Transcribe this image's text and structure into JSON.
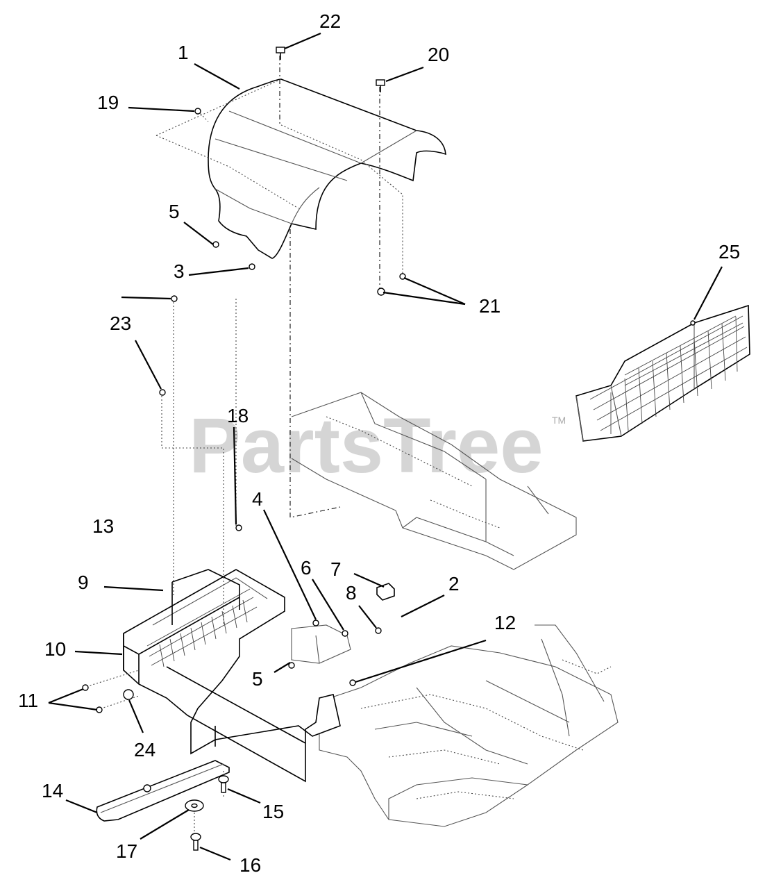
{
  "watermark": {
    "text": "PartsTree",
    "mark": "TM"
  },
  "callouts": {
    "c1": "1",
    "c2": "2",
    "c3": "3",
    "c4": "4",
    "c5a": "5",
    "c5b": "5",
    "c6": "6",
    "c7": "7",
    "c8": "8",
    "c9": "9",
    "c10": "10",
    "c11": "11",
    "c12": "12",
    "c13": "13",
    "c14": "14",
    "c15": "15",
    "c16": "16",
    "c17": "17",
    "c18": "18",
    "c19": "19",
    "c20": "20",
    "c21": "21",
    "c22": "22",
    "c23": "23",
    "c24": "24",
    "c25": "25"
  }
}
